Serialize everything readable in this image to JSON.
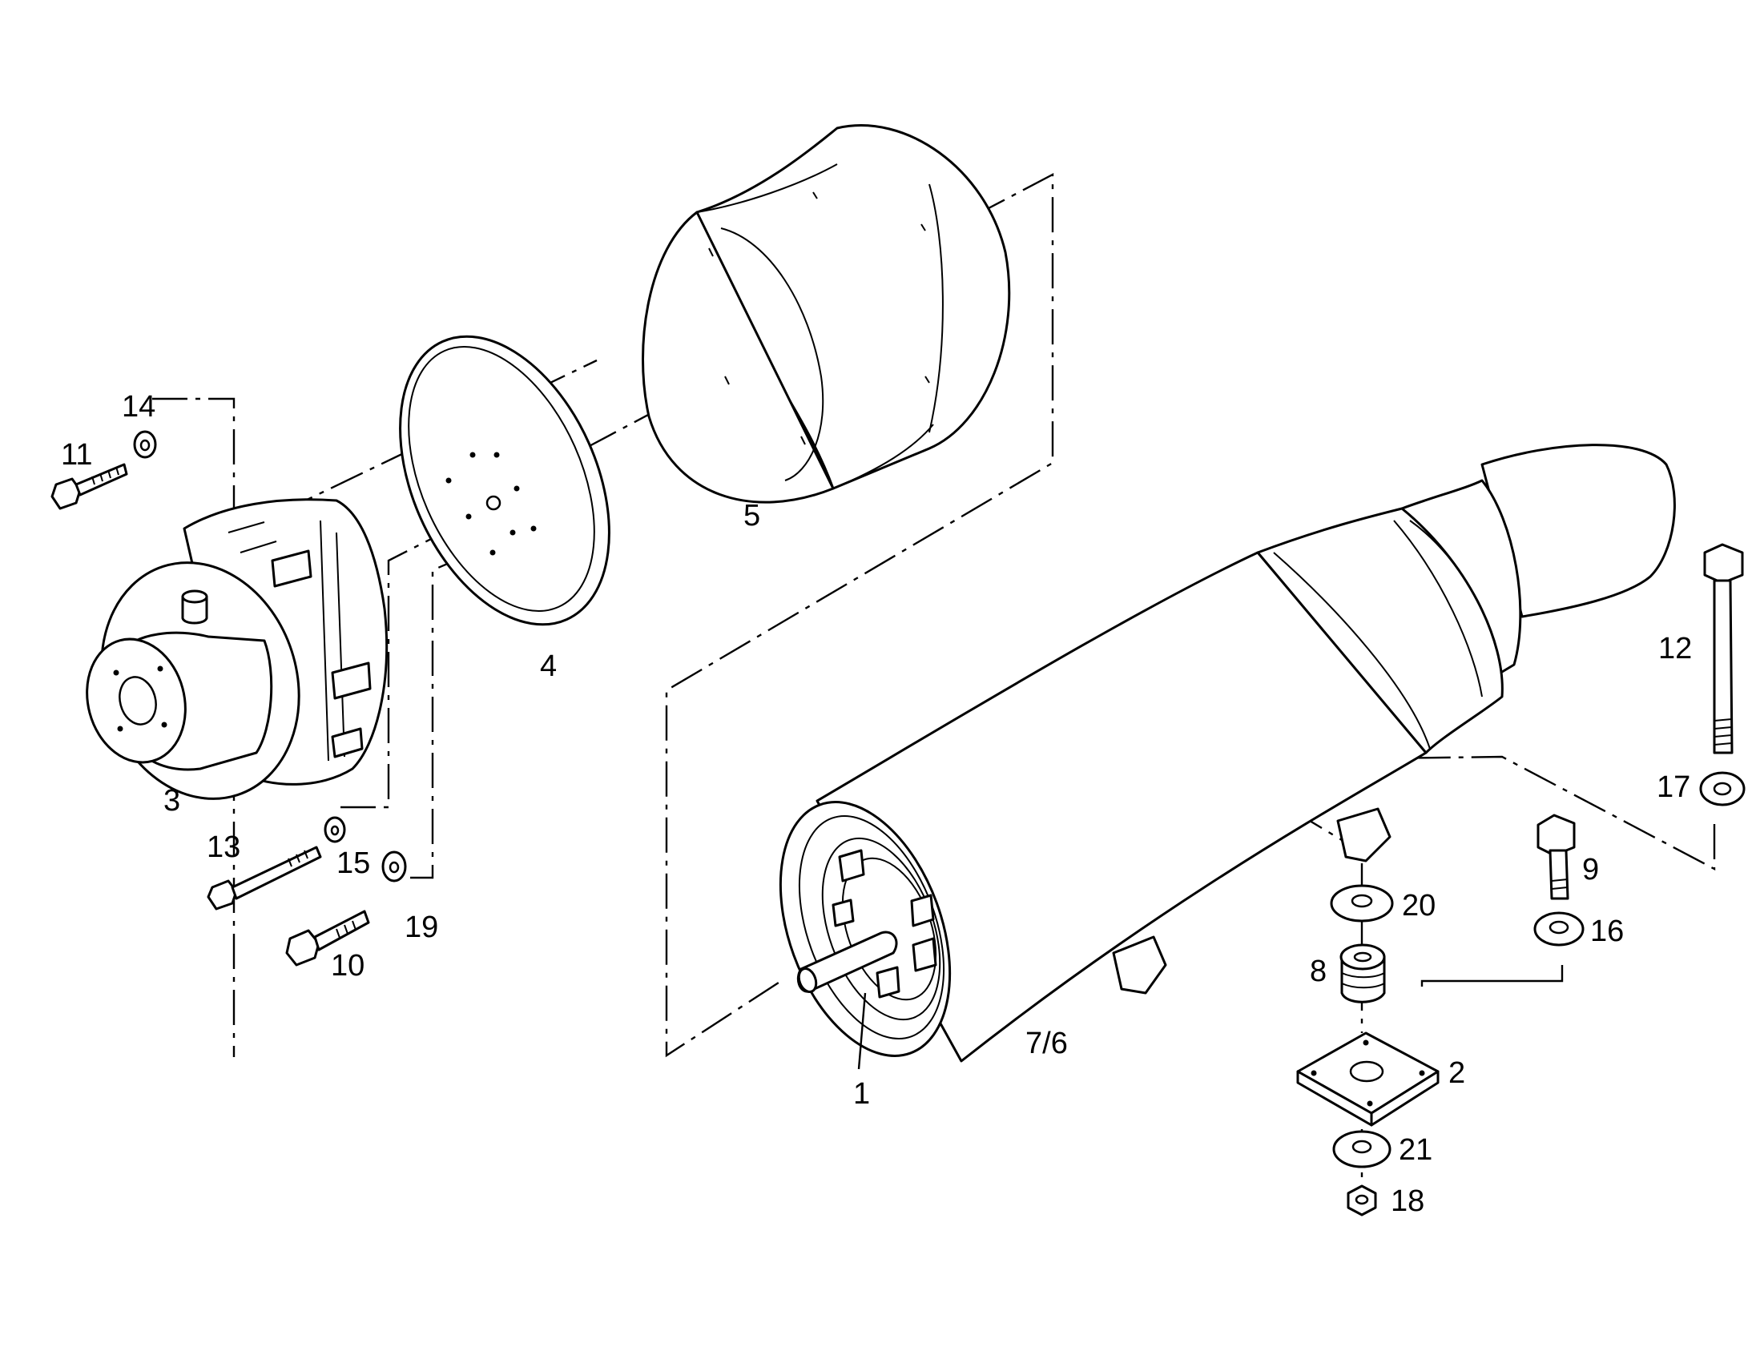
{
  "diagram": {
    "callouts": {
      "p1": "1",
      "p2": "2",
      "p3": "3",
      "p4": "4",
      "p5": "5",
      "p76": "7/6",
      "p8": "8",
      "p9": "9",
      "p10": "10",
      "p11": "11",
      "p12": "12",
      "p13": "13",
      "p14": "14",
      "p15": "15",
      "p16": "16",
      "p17": "17",
      "p18": "18",
      "p19": "19",
      "p20": "20",
      "p21": "21"
    }
  }
}
